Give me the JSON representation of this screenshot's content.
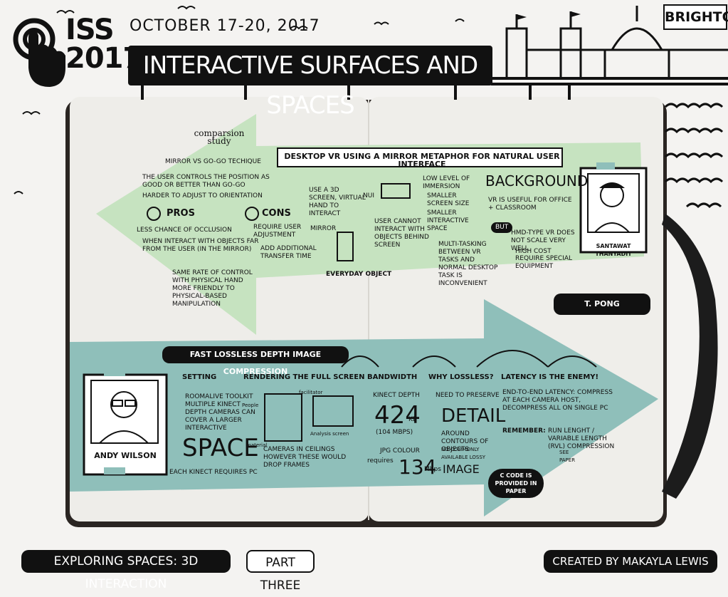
{
  "header": {
    "logo_text": "ISS\n2017",
    "date": "October 17-20, 2017",
    "title": "INTERACTIVE SURFACES AND SPACES",
    "location": "BRIGHTON"
  },
  "top_section": {
    "title": "Desktop VR using a mirror metaphor for natural user interface",
    "study_label": "comparsion study",
    "mirror_vs": "Mirror vs go-go techique",
    "bullets": [
      "The user controls the position as good or better than go-go",
      "Harder to adjust to orientation"
    ],
    "pros_label": "Pros",
    "pros_items": [
      "Less chance of occlusion",
      "When interact with objects far from the user (in the mirror)",
      "Same rate of control with physical hand more friendly to physical-based manipulation"
    ],
    "cons_label": "Cons",
    "cons_items": [
      "Require user adjustment",
      "Add additional transfer time"
    ],
    "use_3d": "Use a 3D screen, virtual hand to interact",
    "mirror_label": "Mirror",
    "everyday_object": "Everyday object",
    "nui": "NUI",
    "cannot_interact": "User cannot interact with objects behind screen",
    "low_immersion": [
      "Low level of immersion",
      "Smaller screen size",
      "Smaller interactive space"
    ],
    "background_label": "Background",
    "background_text": "VR is useful for office + classroom",
    "but": "But",
    "multitasking": "Multi-tasking between VR tasks and normal desktop task is inconvenient",
    "hmd": "HMD-type VR does not scale very well",
    "hmd_items": [
      "High cost",
      "Require special equipment"
    ],
    "speaker_name": "Santawat Thanyadit",
    "speaker_nickname": "T. Pong"
  },
  "bottom_section": {
    "title": "Fast lossless depth image compression",
    "speaker_name": "Andy Wilson",
    "headings": [
      "Setting",
      "Rendering the full screen",
      "Bandwidth",
      "Why lossless?",
      "Latency is the enemy!"
    ],
    "setting_text": "RoomAlive toolkit multiple Kinect depth cameras can cover a larger interactive",
    "space": "SPACE",
    "each_kinect": "Each Kinect requires PC",
    "rendering_labels": [
      "facilitator",
      "People",
      "Analysis screen",
      "material"
    ],
    "cameras_text": "Cameras in ceilings however these would drop frames",
    "kinect_depth": "Kinect depth",
    "value_424": "424",
    "value_424_unit": "KB",
    "mbps_104": "(104 Mbps)",
    "jpg": "JPG colour",
    "requires": "requires",
    "value_134": "134",
    "value_134_unit": "Mbps",
    "need_preserve": "Need to preserve",
    "detail": "DETAIL",
    "around": "around contours of objects",
    "no_common": "no commonly available lossy",
    "image": "IMAGE",
    "latency_text": "End-to-end latency: compress at each camera host, decompress all on single PC",
    "remember": "Remember:",
    "remember_text": "run lenght / variable length (RVL) compression",
    "see_paper": "see paper",
    "code": "C code is provided in paper"
  },
  "footer": {
    "left": "EXPLORING SPACES: 3D INTERACTION",
    "middle": "PART THREE",
    "right": "CREATED BY MAKAYLA LEWIS"
  },
  "colors": {
    "green_arrow": "#c6e3c0",
    "teal_arrow": "#8fbfba",
    "ink": "#111111",
    "paper": "#ecebe7"
  }
}
